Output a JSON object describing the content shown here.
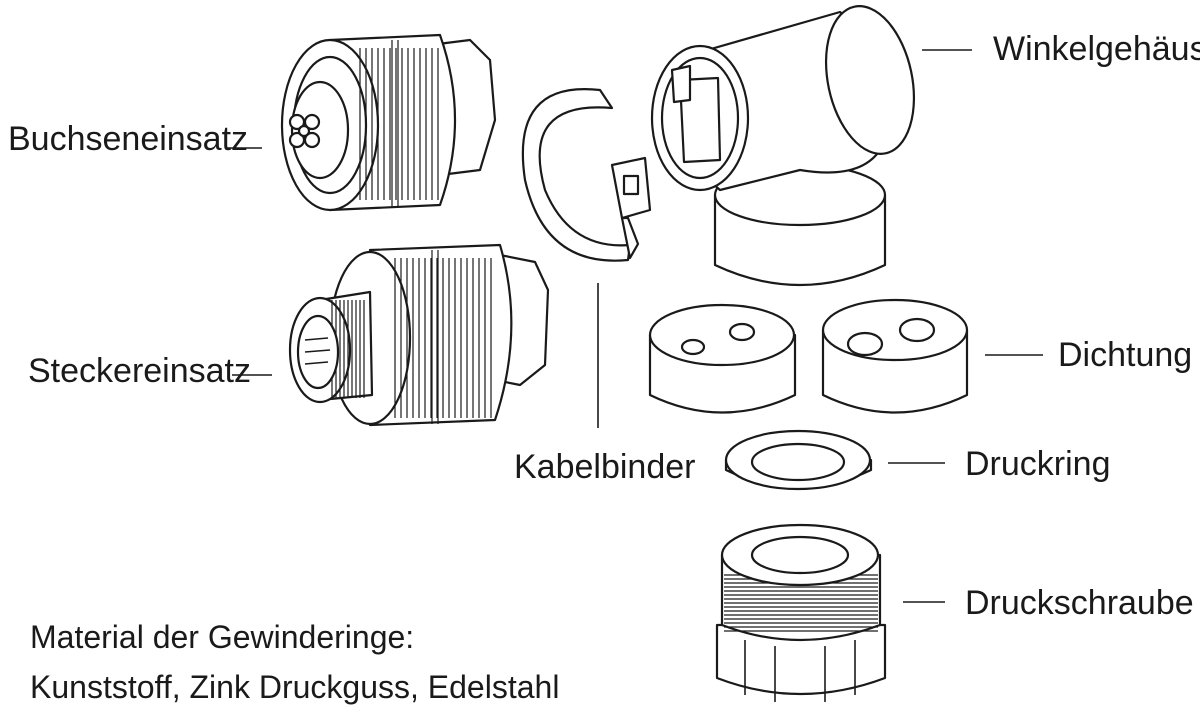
{
  "labels": {
    "winkelgehaeuse": "Winkelgehäuse",
    "buchseneinsatz": "Buchseneinsatz",
    "steckereinsatz": "Steckereinsatz",
    "kabelbinder": "Kabelbinder",
    "dichtung": "Dichtung",
    "druckring": "Druckring",
    "druckschraube": "Druckschraube"
  },
  "note": {
    "line1": "Material der Gewinderinge:",
    "line2": "Kunststoff, Zink Druckguss, Edelstahl"
  }
}
